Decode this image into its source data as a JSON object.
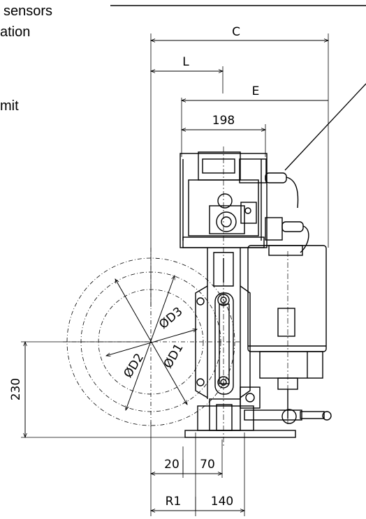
{
  "left_text": {
    "line1": "sensors",
    "line2": "ation",
    "line3": "mit"
  },
  "dimensions": {
    "c": "C",
    "l": "L",
    "e": "E",
    "d198": "198",
    "d230": "230",
    "d20": "20",
    "d70": "70",
    "r1": "R1",
    "d140": "140",
    "od1": "ØD1",
    "od2": "ØD2",
    "od3": "ØD3"
  }
}
